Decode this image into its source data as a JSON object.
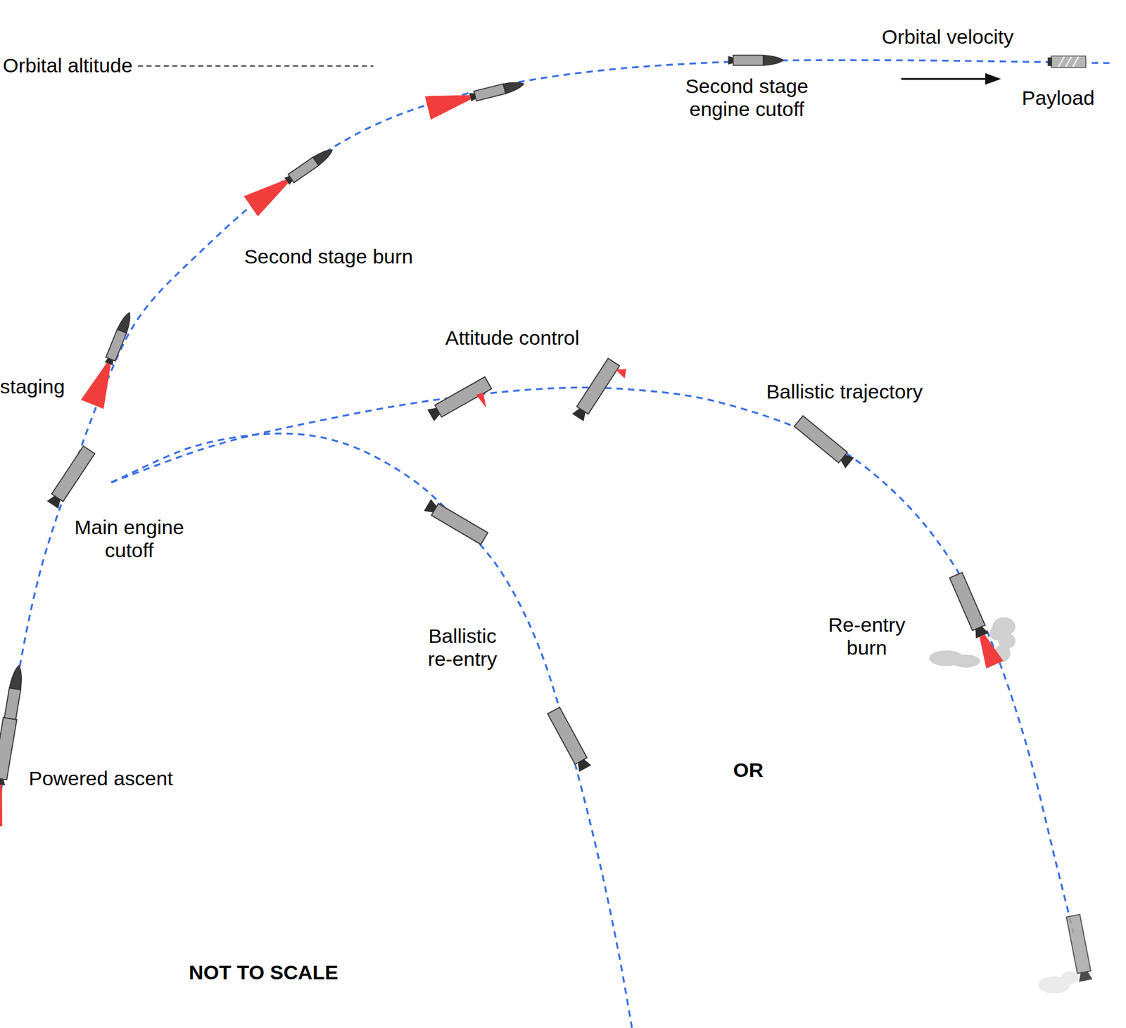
{
  "diagram": {
    "labels": [
      "Orbital altitude",
      "Orbital velocity",
      "Second stage engine cutoff",
      "Payload",
      "Second stage burn",
      "staging",
      "Attitude control",
      "Ballistic trajectory",
      "Main engine cutoff",
      "Ballistic re-entry",
      "Re-entry burn",
      "OR",
      "Powered ascent",
      "NOT TO SCALE"
    ]
  }
}
